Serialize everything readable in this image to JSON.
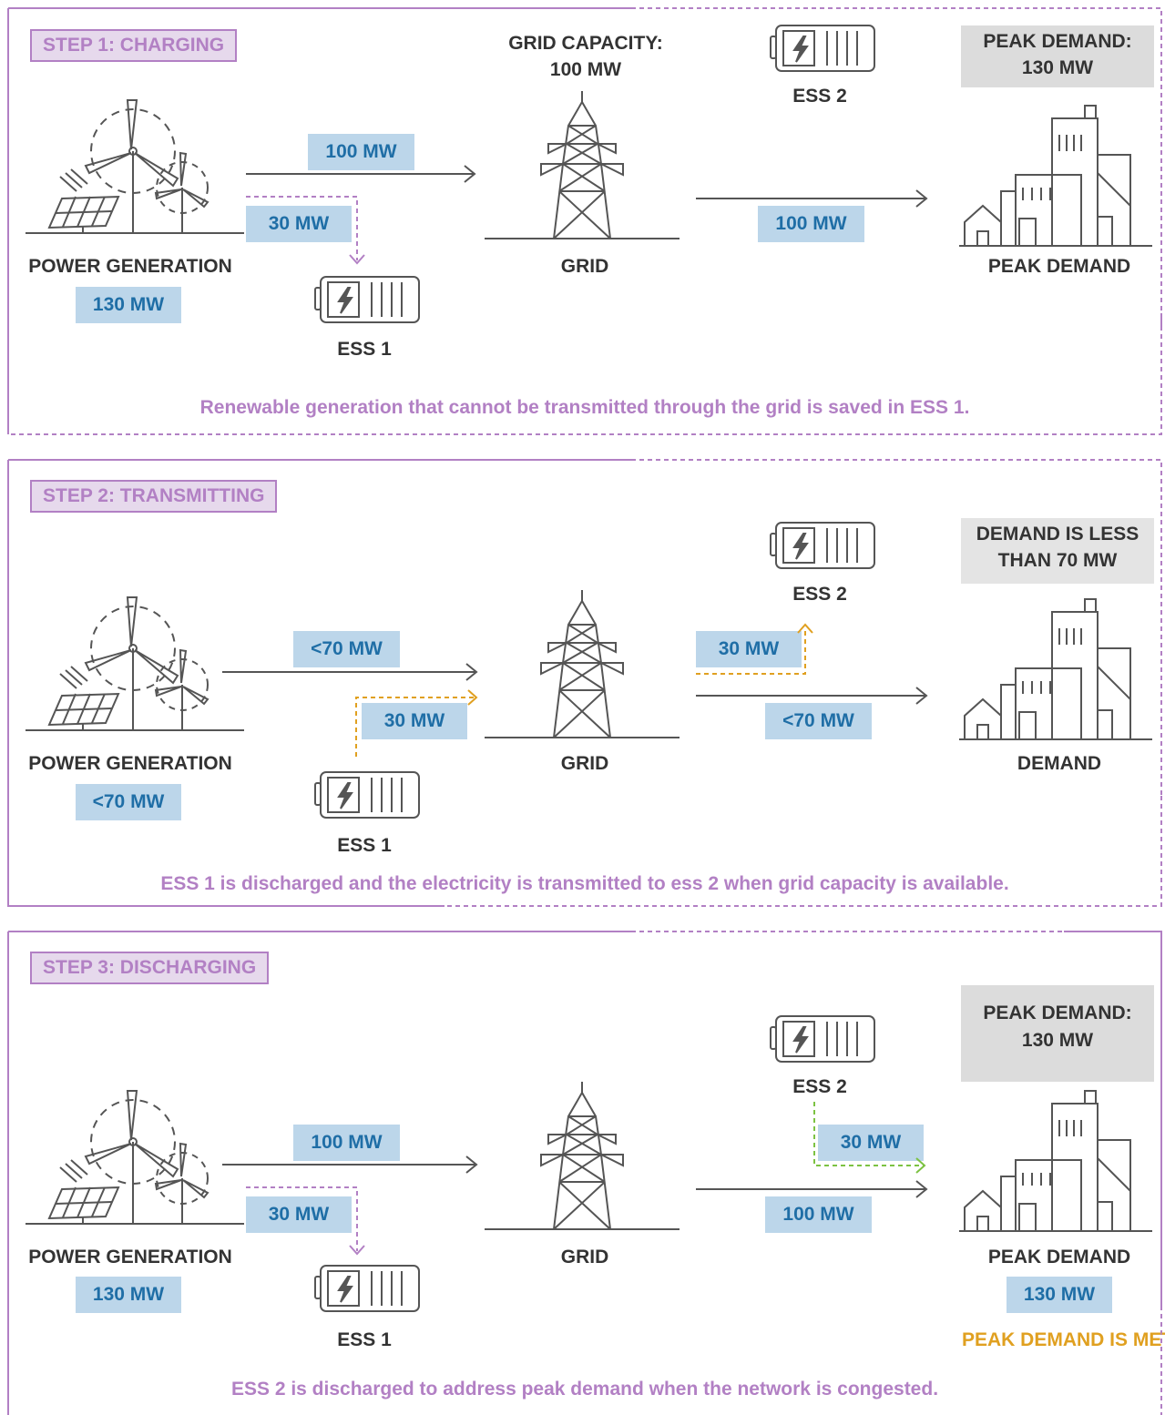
{
  "step1": {
    "tag": "STEP 1: CHARGING",
    "grid_capacity": "GRID CAPACITY:\n100 MW",
    "peak_box": "PEAK DEMAND:\n130 MW",
    "ess2": "ESS 2",
    "ess1": "ESS 1",
    "gen_label": "POWER GENERATION",
    "gen_value": "130 MW",
    "gen_to_grid": "100 MW",
    "to_ess1": "30 MW",
    "grid_to_demand": "100 MW",
    "grid_label": "GRID",
    "demand_label": "PEAK DEMAND",
    "caption": "Renewable generation that cannot be transmitted through the grid is saved in ESS 1."
  },
  "step2": {
    "tag": "STEP 2: TRANSMITTING",
    "demand_box": "DEMAND IS LESS\nTHAN 70 MW",
    "ess2": "ESS 2",
    "ess1": "ESS 1",
    "gen_label": "POWER GENERATION",
    "gen_value": "<70 MW",
    "gen_to_grid": "<70 MW",
    "from_ess1": "30 MW",
    "to_ess2": "30 MW",
    "grid_to_demand": "<70 MW",
    "grid_label": "GRID",
    "demand_label": "DEMAND",
    "caption": "ESS 1 is discharged and the electricity is transmitted to ess 2 when grid capacity is available."
  },
  "step3": {
    "tag": "STEP 3: DISCHARGING",
    "peak_box": "PEAK DEMAND:\n130 MW",
    "ess2": "ESS 2",
    "ess1": "ESS 1",
    "gen_label": "POWER GENERATION",
    "gen_value": "130 MW",
    "gen_to_grid": "100 MW",
    "to_ess1": "30 MW",
    "from_ess2": "30 MW",
    "grid_to_demand": "100 MW",
    "grid_label": "GRID",
    "demand_label": "PEAK DEMAND",
    "demand_value": "130 MW",
    "met": "PEAK DEMAND IS MET",
    "caption": "ESS 2 is discharged to address peak demand when the network is congested."
  },
  "icons": [
    "wind-solar-icon",
    "battery-icon",
    "transmission-tower-icon",
    "city-buildings-icon"
  ],
  "colors": {
    "purple": "#b280c4",
    "blue_box": "#bcd6ea",
    "blue_text": "#1f6ea6",
    "orange": "#e0a020",
    "green": "#7cc242",
    "line": "#555555"
  }
}
